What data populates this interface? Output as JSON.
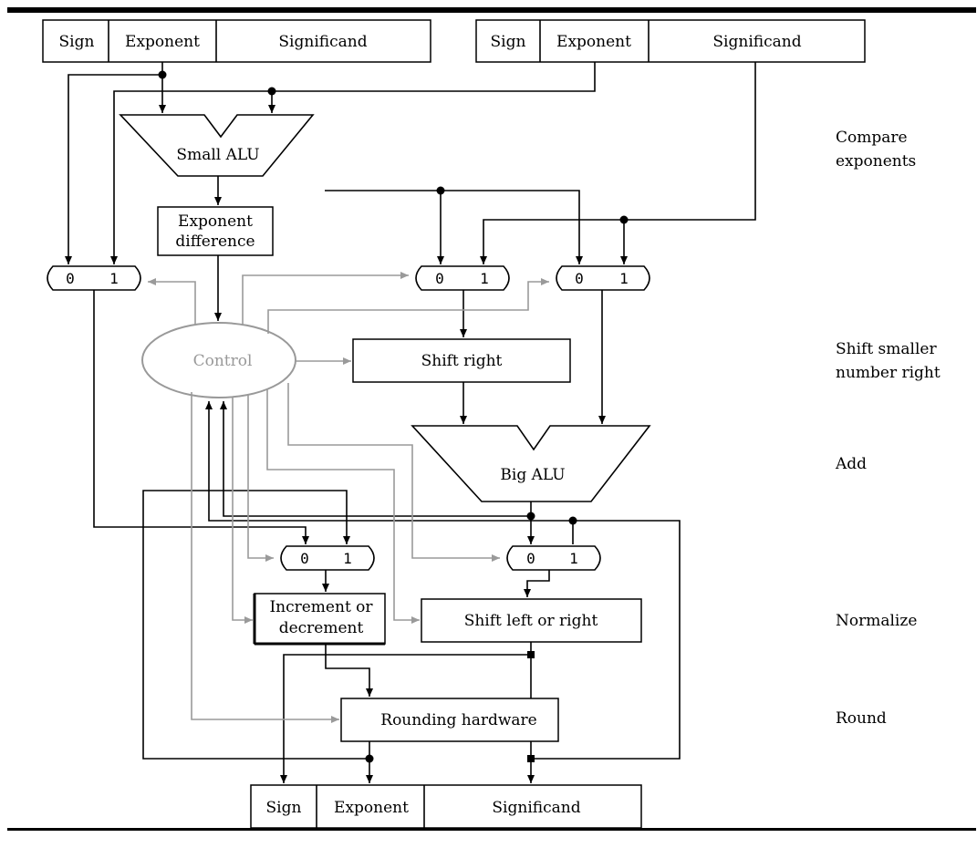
{
  "register_a": {
    "sign": "Sign",
    "exponent": "Exponent",
    "significand": "Significand"
  },
  "register_b": {
    "sign": "Sign",
    "exponent": "Exponent",
    "significand": "Significand"
  },
  "register_out": {
    "sign": "Sign",
    "exponent": "Exponent",
    "significand": "Significand"
  },
  "small_alu": "Small ALU",
  "exponent_difference": [
    "Exponent",
    "difference"
  ],
  "control": "Control",
  "shift_right": "Shift right",
  "big_alu": "Big ALU",
  "increment_decrement": [
    "Increment or",
    "decrement"
  ],
  "shift_left_right": "Shift left or right",
  "rounding_hardware": "Rounding hardware",
  "mux_input_labels": {
    "zero": "0",
    "one": "1"
  },
  "stages": {
    "compare": [
      "Compare",
      "exponents"
    ],
    "shift": [
      "Shift smaller",
      "number right"
    ],
    "add": "Add",
    "normalize": "Normalize",
    "round": "Round"
  },
  "colors": {
    "control": "#999999",
    "datapath": "#000000"
  }
}
